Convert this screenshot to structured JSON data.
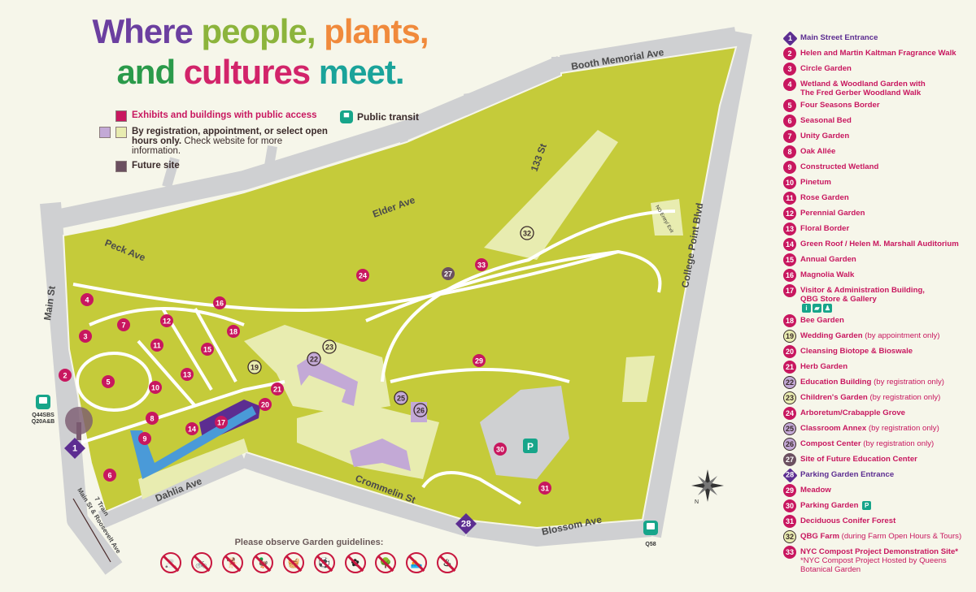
{
  "title": {
    "line1": [
      {
        "text": "Where ",
        "color": "#6b3fa0"
      },
      {
        "text": "people, ",
        "color": "#8cb43c"
      },
      {
        "text": "plants,",
        "color": "#f08a3c"
      }
    ],
    "line2": [
      {
        "text": "and ",
        "color": "#2a9a4a"
      },
      {
        "text": "cultures ",
        "color": "#d2246a"
      },
      {
        "text": "meet.",
        "color": "#1aa39a"
      }
    ]
  },
  "key": {
    "public": "Exhibits and buildings with public access",
    "registration_bold": "By registration, appointment, or select open hours only.",
    "registration_note": " Check website for more information.",
    "future": "Future site",
    "transit": "Public transit"
  },
  "colors": {
    "park": "#c5cb3a",
    "road": "#cfd0d2",
    "path": "#ffffff",
    "restricted": "#e8ecb0",
    "building_restricted": "#c3a9d6",
    "public": "#c8175f",
    "entrance": "#5c2d91",
    "future": "#6b5060",
    "transit": "#17a58a"
  },
  "streets": {
    "main": "Main St",
    "peck": "Peck Ave",
    "elder": "Elder Ave",
    "s133": "133 St",
    "booth": "Booth Memorial Ave",
    "college": "College Point Blvd",
    "dahlia": "Dahlia Ave",
    "crommelin": "Crommelin St",
    "blossom": "Blossom Ave",
    "train_line1": "7 Train",
    "train_line2": "Main St & Roosevelt Ave"
  },
  "transit_stops": [
    {
      "label1": "Q44SBS",
      "label2": "Q20A&B"
    },
    {
      "label1": "Q58",
      "label2": ""
    }
  ],
  "no_entry": "NO Entry/ Exit",
  "parking_symbol": "P",
  "guidelines": {
    "heading": "Please observe Garden guidelines:",
    "icons": [
      "no-smoking-icon",
      "no-bicycles-icon",
      "no-dogs-icon",
      "no-feeding-wildlife-icon",
      "no-picnicking-icon",
      "no-ball-games-icon",
      "no-picking-plants-icon",
      "no-climbing-trees-icon",
      "no-swimming-icon",
      "no-grilling-icon"
    ]
  },
  "locations": [
    {
      "n": "1",
      "name": "Main Street Entrance",
      "type": "entrance"
    },
    {
      "n": "2",
      "name": "Helen and Martin Kaltman Fragrance Walk",
      "type": "public"
    },
    {
      "n": "3",
      "name": "Circle Garden",
      "type": "public"
    },
    {
      "n": "4",
      "name": "Wetland & Woodland Garden with",
      "sub": "The Fred Gerber Woodland Walk",
      "type": "public"
    },
    {
      "n": "5",
      "name": "Four Seasons Border",
      "type": "public"
    },
    {
      "n": "6",
      "name": "Seasonal Bed",
      "type": "public"
    },
    {
      "n": "7",
      "name": "Unity Garden",
      "type": "public"
    },
    {
      "n": "8",
      "name": "Oak Allée",
      "type": "public"
    },
    {
      "n": "9",
      "name": "Constructed Wetland",
      "type": "public"
    },
    {
      "n": "10",
      "name": "Pinetum",
      "type": "public"
    },
    {
      "n": "11",
      "name": "Rose Garden",
      "type": "public"
    },
    {
      "n": "12",
      "name": "Perennial Garden",
      "type": "public"
    },
    {
      "n": "13",
      "name": "Floral Border",
      "type": "public"
    },
    {
      "n": "14",
      "name": "Green Roof / Helen M. Marshall Auditorium",
      "type": "public"
    },
    {
      "n": "15",
      "name": "Annual Garden",
      "type": "public"
    },
    {
      "n": "16",
      "name": "Magnolia Walk",
      "type": "public"
    },
    {
      "n": "17",
      "name": "Visitor & Administration Building,",
      "sub": "QBG Store & Gallery",
      "type": "public",
      "icons": [
        "info-icon",
        "shopping-bag-icon",
        "restroom-icon"
      ]
    },
    {
      "n": "18",
      "name": "Bee Garden",
      "type": "public"
    },
    {
      "n": "19",
      "name": "Wedding Garden",
      "note": " (by appointment only)",
      "type": "pale"
    },
    {
      "n": "20",
      "name": "Cleansing Biotope & Bioswale",
      "type": "public"
    },
    {
      "n": "21",
      "name": "Herb Garden",
      "type": "public"
    },
    {
      "n": "22",
      "name": "Education Building",
      "note": " (by registration only)",
      "type": "reg"
    },
    {
      "n": "23",
      "name": "Children's Garden",
      "note": " (by registration only)",
      "type": "pale"
    },
    {
      "n": "24",
      "name": "Arboretum/Crabapple Grove",
      "type": "public"
    },
    {
      "n": "25",
      "name": "Classroom Annex",
      "note": " (by registration only)",
      "type": "reg"
    },
    {
      "n": "26",
      "name": "Compost Center",
      "note": " (by registration only)",
      "type": "reg"
    },
    {
      "n": "27",
      "name": "Site of Future Education Center",
      "type": "fut"
    },
    {
      "n": "28",
      "name": "Parking Garden Entrance",
      "type": "entrance"
    },
    {
      "n": "29",
      "name": "Meadow",
      "type": "public"
    },
    {
      "n": "30",
      "name": "Parking Garden",
      "type": "public",
      "parking": true
    },
    {
      "n": "31",
      "name": "Deciduous Conifer Forest",
      "type": "public"
    },
    {
      "n": "32",
      "name": "QBG Farm",
      "note": " (during Farm Open Hours & Tours)",
      "type": "pale"
    },
    {
      "n": "33",
      "name": "NYC Compost Project Demonstration Site*",
      "sub": "*NYC Compost Project Hosted by Queens Botanical Garden",
      "type": "public"
    }
  ]
}
